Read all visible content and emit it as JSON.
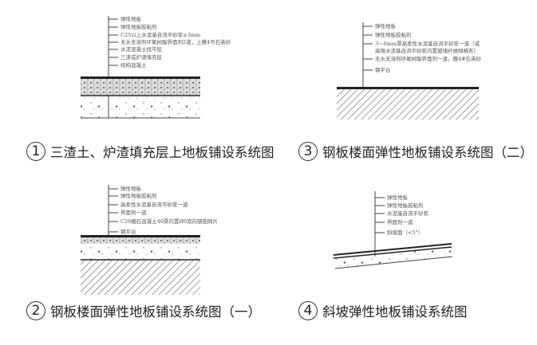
{
  "diagrams": [
    {
      "number": "1",
      "title": "三渣土、炉渣填充层上地板铺设系统图",
      "layers": [
        "弹性地板",
        "弹性地板胶粘剂",
        "C25以上水泥基自流平砂浆≥3mm",
        "无水无溶剂环氧树脂界面剂2道，上撒4号石英砂",
        "水泥混凝土找平层",
        "三渣或炉渣填充层",
        "结构混凝土"
      ]
    },
    {
      "number": "3",
      "title": "钢板楼面弹性地板铺设系统图（二）",
      "layers": [
        "弹性地板",
        "弹性地板胶粘剂",
        "3～6mm厚高柔性水泥基自流平砂浆一道（或",
        "高强水泥基自流平砂浆内置玻璃纤维网格布）",
        "无水无溶剂环氧树脂界面剂一道，撒4#石英砂",
        "钢平台"
      ]
    },
    {
      "number": "2",
      "title": "钢板楼面弹性地板铺设系统图（一）",
      "layers": [
        "弹性地板",
        "弹性地板胶粘剂",
        "高柔性水泥基自流平砂浆一道",
        "界面剂一道",
        "C20细石混凝土40厚内置Ø6双向钢筋网片",
        "钢平台"
      ]
    },
    {
      "number": "4",
      "title": "斜坡弹性地板铺设系统图",
      "layers": [
        "弹性地板",
        "弹性地板胶粘剂",
        "水泥基自流平砂浆",
        "界面剂一道",
        "斜坡面（<5°）"
      ]
    }
  ]
}
